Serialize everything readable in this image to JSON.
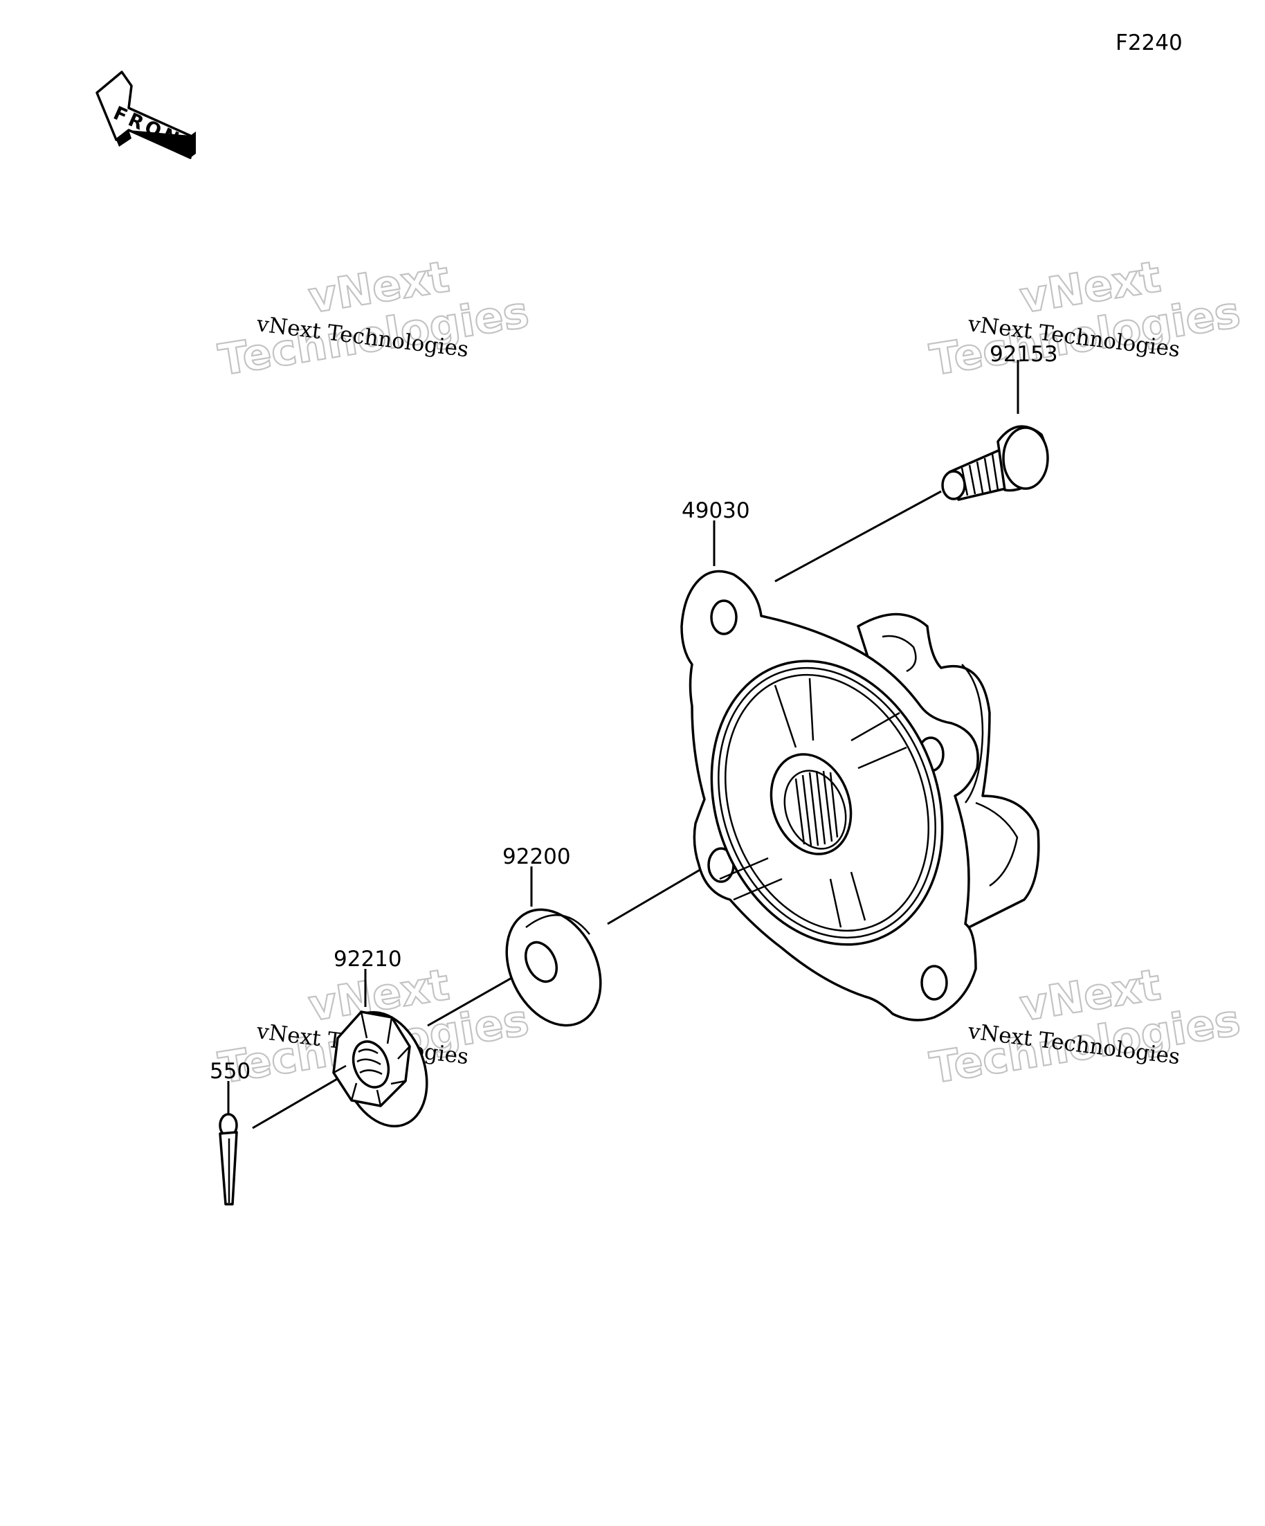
{
  "figure_code": "F2240",
  "front_arrow_label": "FRONT",
  "parts": [
    {
      "number": "92153"
    },
    {
      "number": "49030"
    },
    {
      "number": "92200"
    },
    {
      "number": "92210"
    },
    {
      "number": "550"
    }
  ],
  "watermarks": [
    {
      "line1": "vNext",
      "line2": "Technologies",
      "caption": "vNext Technologies"
    },
    {
      "line1": "vNext",
      "line2": "Technologies",
      "caption": "vNext Technologies"
    },
    {
      "line1": "vNext",
      "line2": "Technologies",
      "caption": "vNext Technologies"
    },
    {
      "line1": "vNext",
      "line2": "Technologies",
      "caption": "vNext Technologies"
    }
  ]
}
